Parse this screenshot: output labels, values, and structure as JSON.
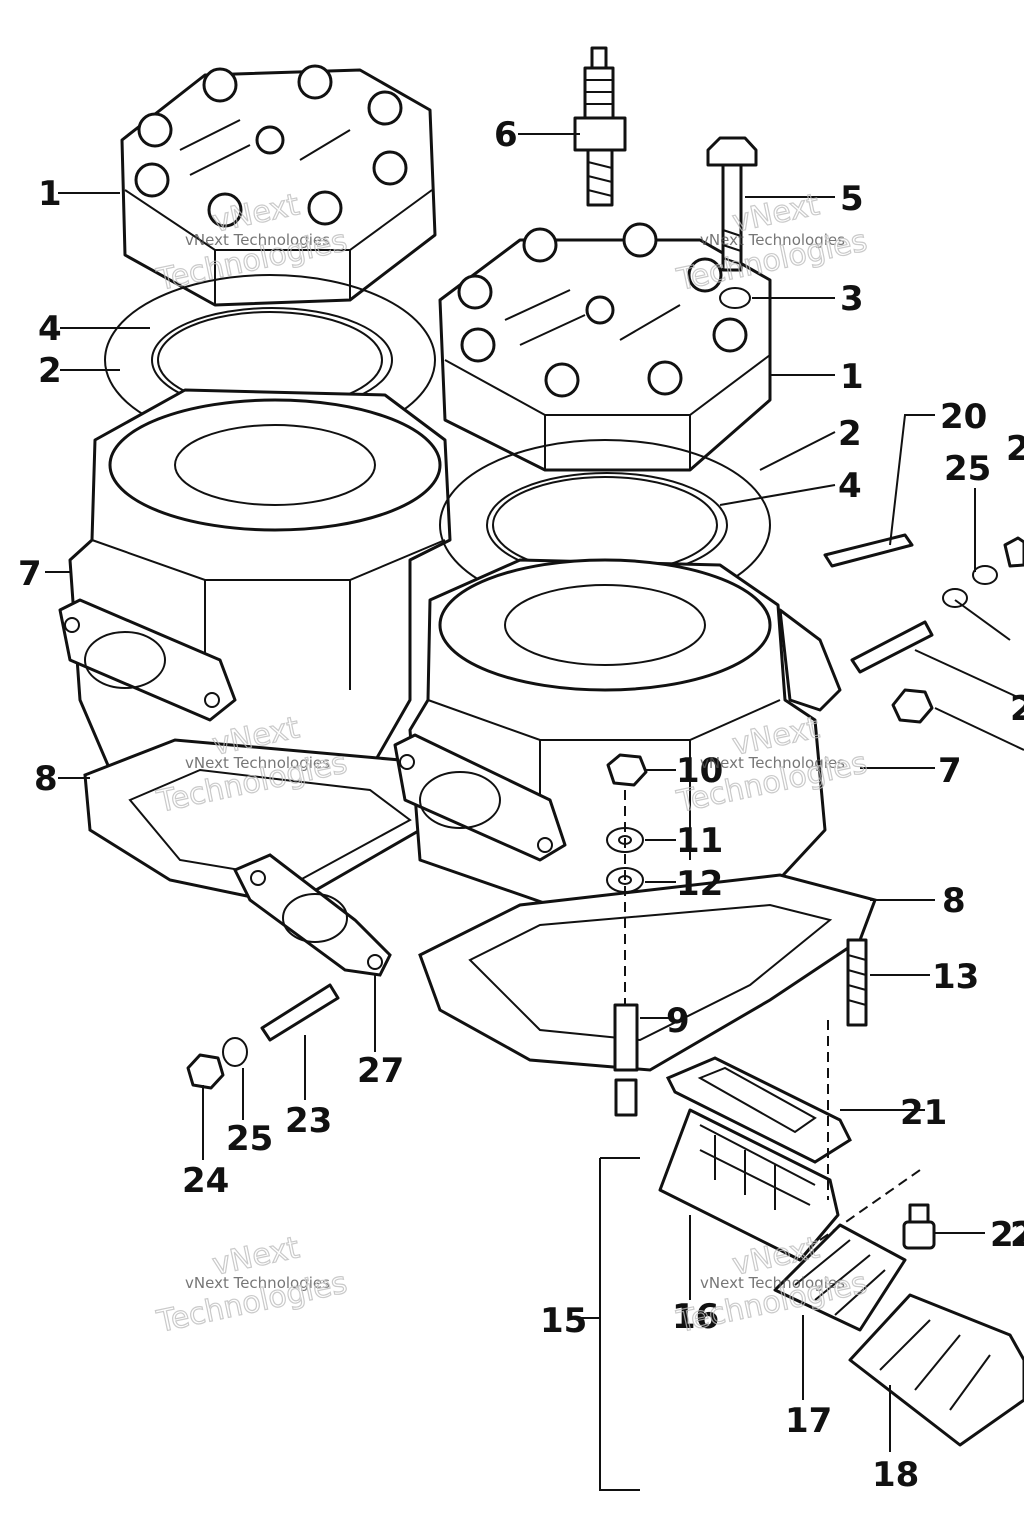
{
  "callouts": [
    "1",
    "1",
    "2",
    "2",
    "3",
    "4",
    "4",
    "5",
    "6",
    "7",
    "7",
    "8",
    "8",
    "9",
    "10",
    "11",
    "12",
    "13",
    "15",
    "16",
    "17",
    "18",
    "20",
    "21",
    "22",
    "23",
    "24",
    "25",
    "25",
    "27",
    "2",
    "2",
    "2"
  ],
  "watermark": {
    "line1": "vNext",
    "line2": "vNext Technologies",
    "line3": "Technologies"
  }
}
